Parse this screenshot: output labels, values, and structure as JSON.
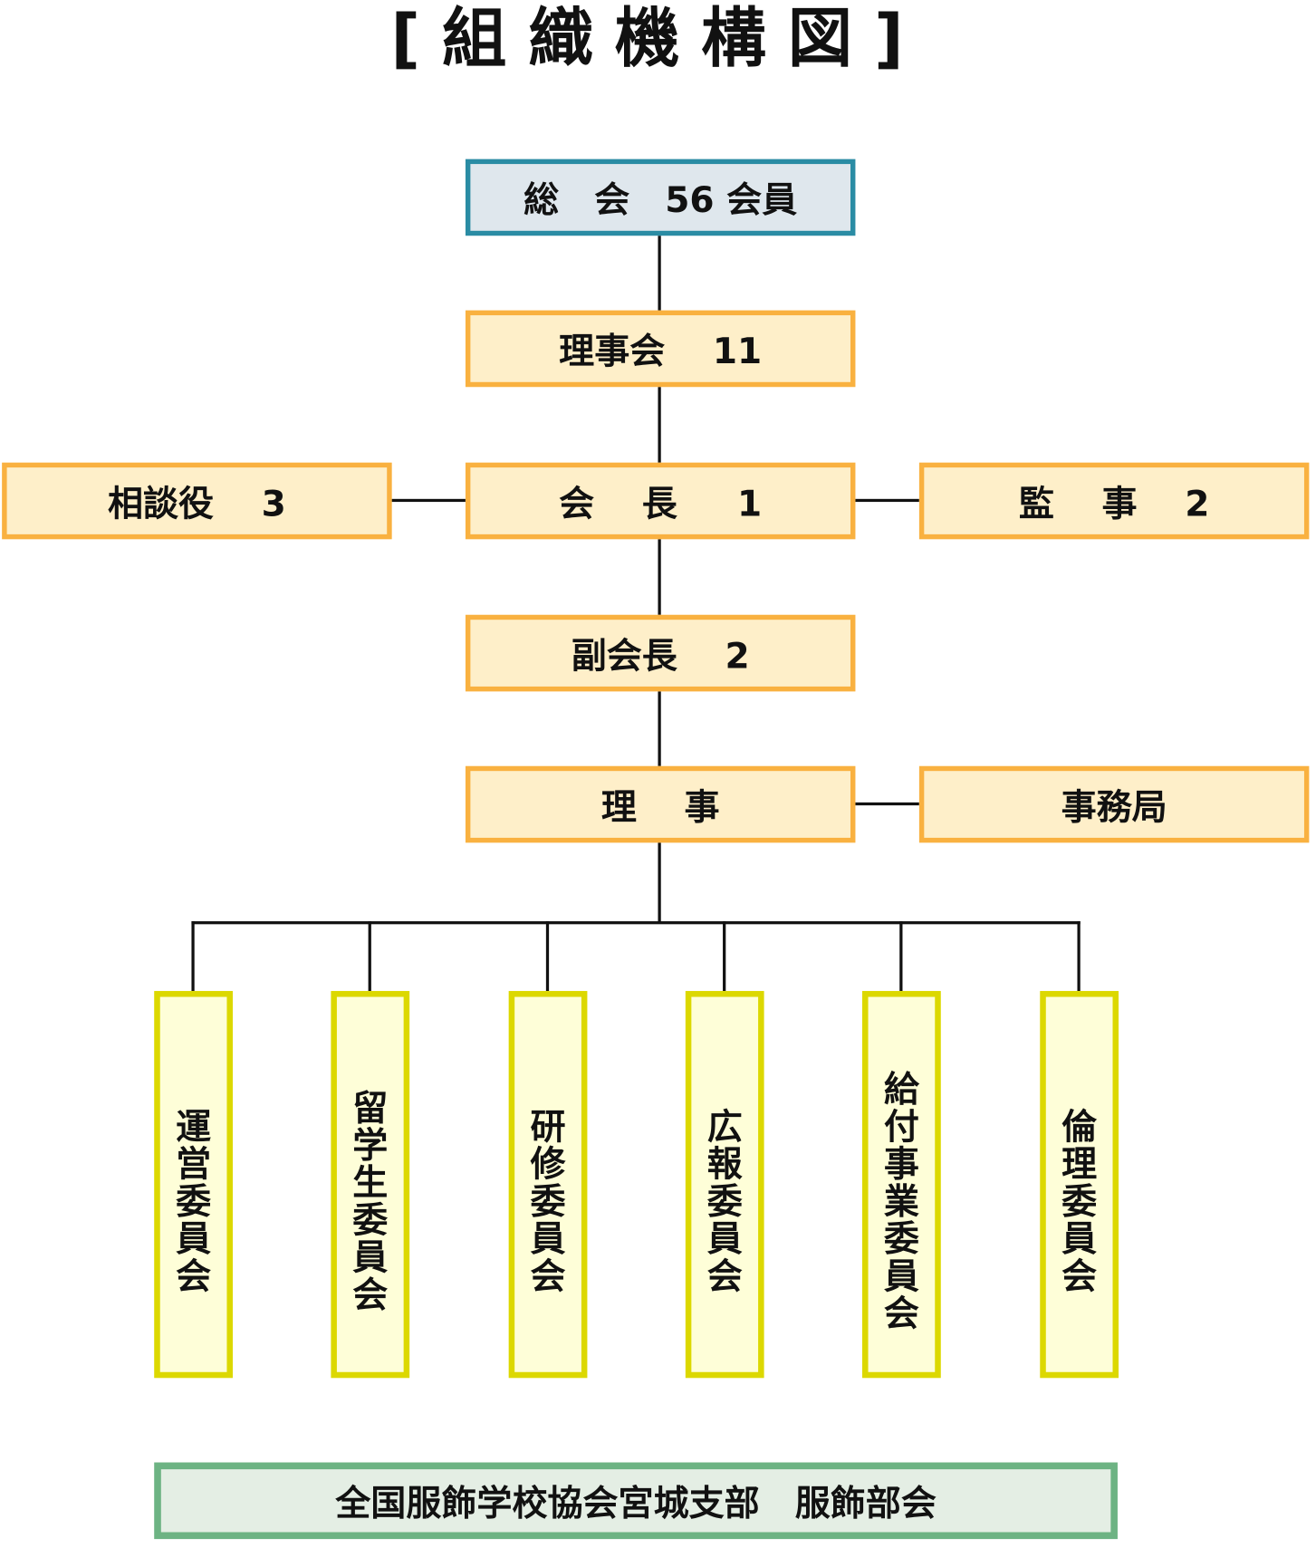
{
  "title": "[組織機構図]",
  "general_assembly": "総　会　56 会員",
  "board": "理事会　 11",
  "advisors": "相談役　 3",
  "president": "会　 長 　 1",
  "auditors": "監　 事　 2",
  "vice_president": "副会長　 2",
  "directors": "理　 事",
  "secretariat": "事務局",
  "committees": [
    "運営委員会",
    "留学生委員会",
    "研修委員会",
    "広報委員会",
    "給付事業委員会",
    "倫理委員会"
  ],
  "footer": "全国服飾学校協会宮城支部　服飾部会",
  "colors": {
    "assembly_border": "#2a8ca4",
    "officer_border": "#f9b140",
    "committee_border": "#dcd800",
    "footer_border": "#6db383"
  }
}
